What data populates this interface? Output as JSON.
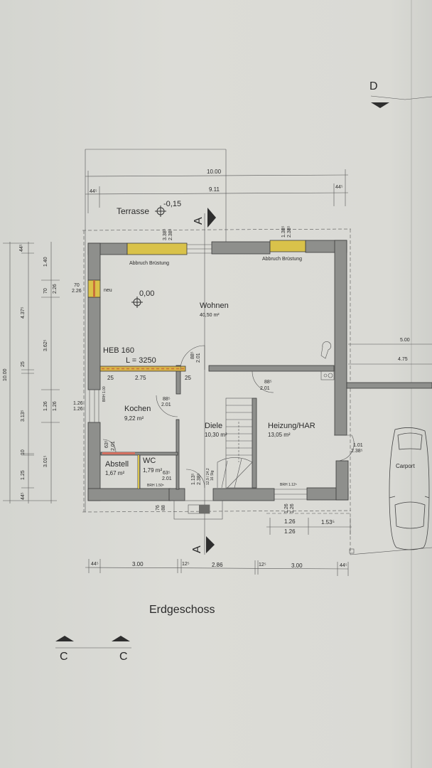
{
  "drawing": {
    "title": "Erdgeschoss",
    "section_markers": {
      "A_top": "A",
      "A_bottom": "A",
      "C_left": "C",
      "C_right": "C",
      "D": "D"
    },
    "levels": {
      "terrace_label": "Terrasse",
      "terrace_level": "-0,15",
      "floor_level": "0,00"
    }
  },
  "rooms": [
    {
      "name": "Wohnen",
      "area": "40,50 m²"
    },
    {
      "name": "Kochen",
      "area": "9,22 m²"
    },
    {
      "name": "Diele",
      "area": "10,30 m²"
    },
    {
      "name": "Heizung/HAR",
      "area": "13,05 m²"
    },
    {
      "name": "Abstell",
      "area": "1,67 m²"
    },
    {
      "name": "WC",
      "area": "1,79 m²"
    },
    {
      "name": "Carport",
      "area": ""
    }
  ],
  "annotations": {
    "abbruch_left": "Abbruch Brüstung",
    "abbruch_right": "Abbruch Brüstung",
    "neu": "neu",
    "beam": "HEB 160",
    "beam_length": "L = 3250",
    "brh_kochen": "BRH 1.00",
    "brh_wc": "BRH 1.50⁵",
    "brh_heizung": "BRH 1.12⁵",
    "stair": "12,9 / 24,2",
    "stair_steps": "16 Stg"
  },
  "dimensions": {
    "top_overall": "10.00",
    "top_inner": "9.11",
    "top_left_wall": "44⁵",
    "top_right_wall": "44⁵",
    "window_left_w": "3.38⁵",
    "window_left_h": "2.38⁵",
    "window_right_w": "1.38⁵",
    "window_right_h": "2.38⁵",
    "left_overall": "10.00",
    "left_a": [
      "44⁵",
      "4.37⁵",
      "25",
      "3.13⁵",
      "10",
      "1.25",
      "44⁵"
    ],
    "left_b": [
      "1.40",
      "70",
      "3.62⁵",
      "1.26",
      "3.01⁵"
    ],
    "left_c": [
      "2.26",
      "1.26"
    ],
    "window_neu_w": "70",
    "window_neu_h": "2.26",
    "window_kochen_w": "1.26",
    "window_kochen_h": "1.26",
    "beam_left": "25",
    "beam_mid": "2.75",
    "beam_right": "25",
    "door_wohnen_w": "88⁵",
    "door_wohnen_h": "2.01",
    "door_kochen_w": "88⁵",
    "door_kochen_h": "2.01",
    "door_heizung_w": "88⁵",
    "door_heizung_h": "2.01",
    "door_abstell_w": "63⁵",
    "door_abstell_h": "2.01",
    "door_wc_w": "63⁵",
    "door_wc_h": "2.01",
    "door_entry_w": "1.13⁵",
    "door_entry_h": "2.38⁵",
    "door_side_w": "1.01",
    "door_side_h": "2.38⁵",
    "window_wc_w": "76",
    "window_wc_h": "88",
    "window_heiz_w": "1.26",
    "window_heiz_h": "1.26",
    "bottom_heiz_a": "1.26",
    "bottom_heiz_b": "1.26",
    "bottom_heiz_c": "1.53⁵",
    "carport_a": "5.00",
    "carport_b": "4.75",
    "bottom_chain": [
      "44⁵",
      "3.00",
      "12⁵",
      "2.86",
      "12⁵",
      "3.00",
      "44⁵"
    ]
  },
  "colors": {
    "paper": "#d9d9d4",
    "wall": "#8e8f8c",
    "demolition": "#d9c24a",
    "new": "#c8703a",
    "line": "#3a3a3a"
  }
}
